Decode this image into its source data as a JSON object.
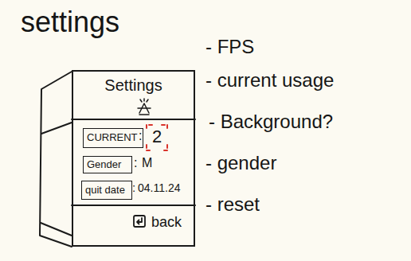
{
  "diagram": {
    "title": "settings",
    "nodes": [
      {
        "text": [
          "Settings",
          "back"
        ]
      },
      {
        "text": [
          "CURRENT"
        ],
        "in": 0
      },
      {
        "text": [
          "Gender"
        ],
        "in": 0
      },
      {
        "text": [
          "quit date"
        ],
        "in": 0
      }
    ],
    "labels": [
      "- FPS",
      "- current usage",
      "- Background?",
      "- gender",
      "- reset",
      ":",
      "2",
      ":",
      "M",
      ":",
      "04.11.24"
    ]
  }
}
